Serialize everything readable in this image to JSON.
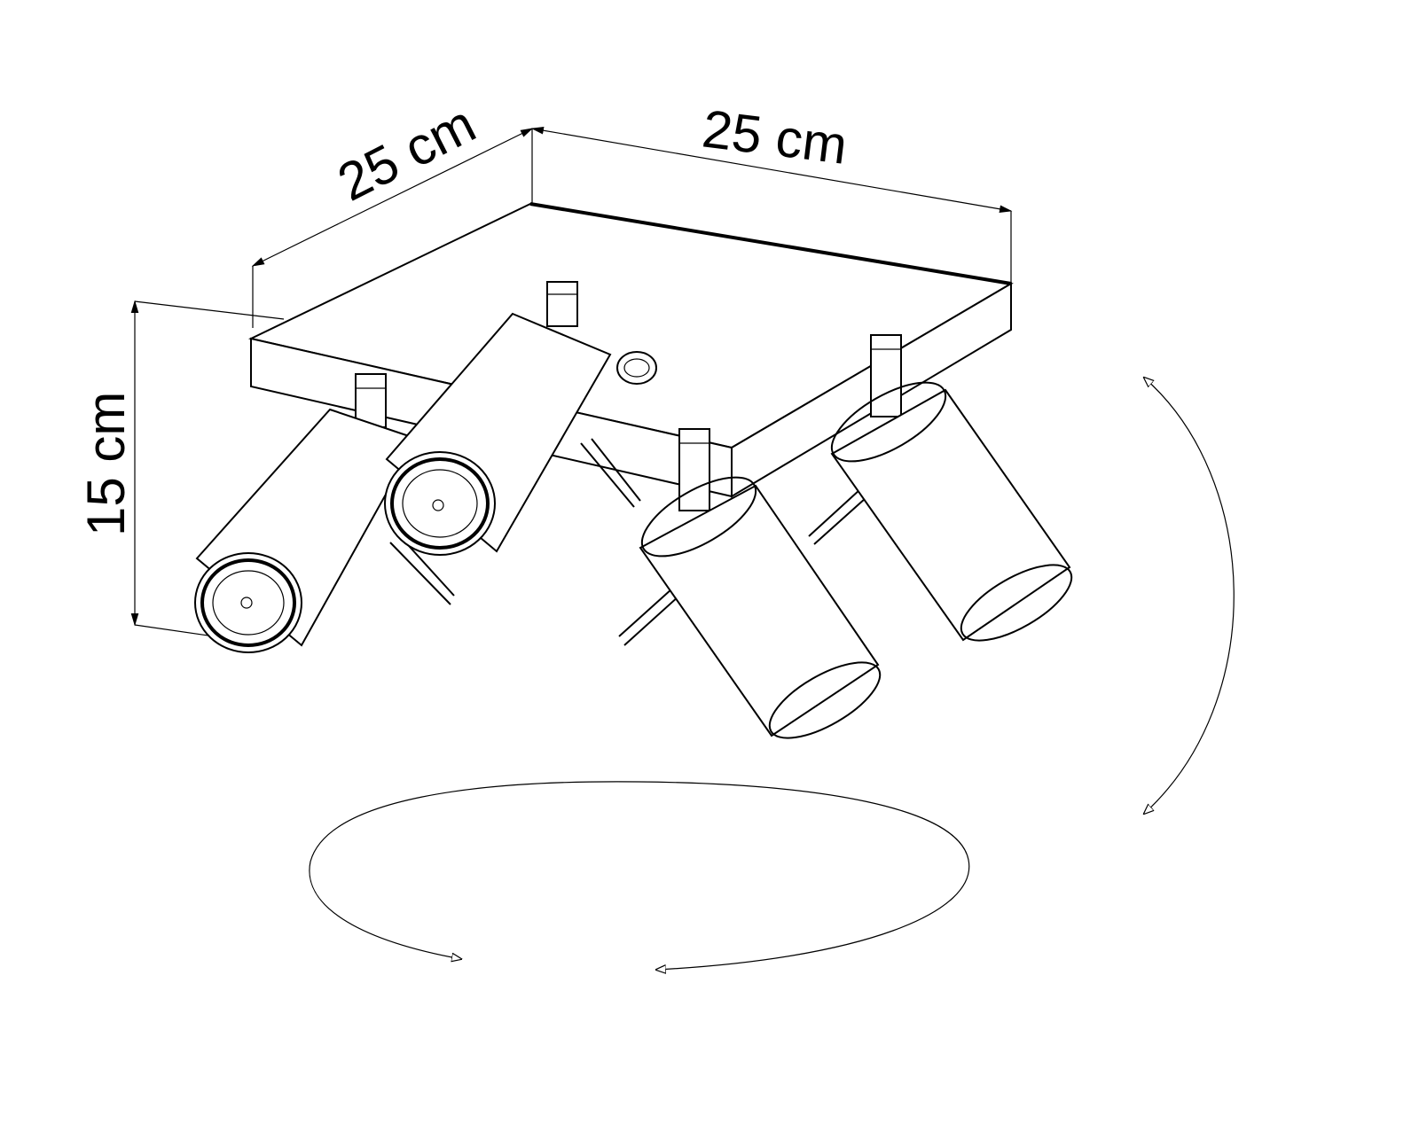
{
  "dimensions": {
    "depth": "25 cm",
    "width": "25 cm",
    "height": "15 cm"
  },
  "colors": {
    "line": "#000000",
    "background": "#ffffff"
  }
}
